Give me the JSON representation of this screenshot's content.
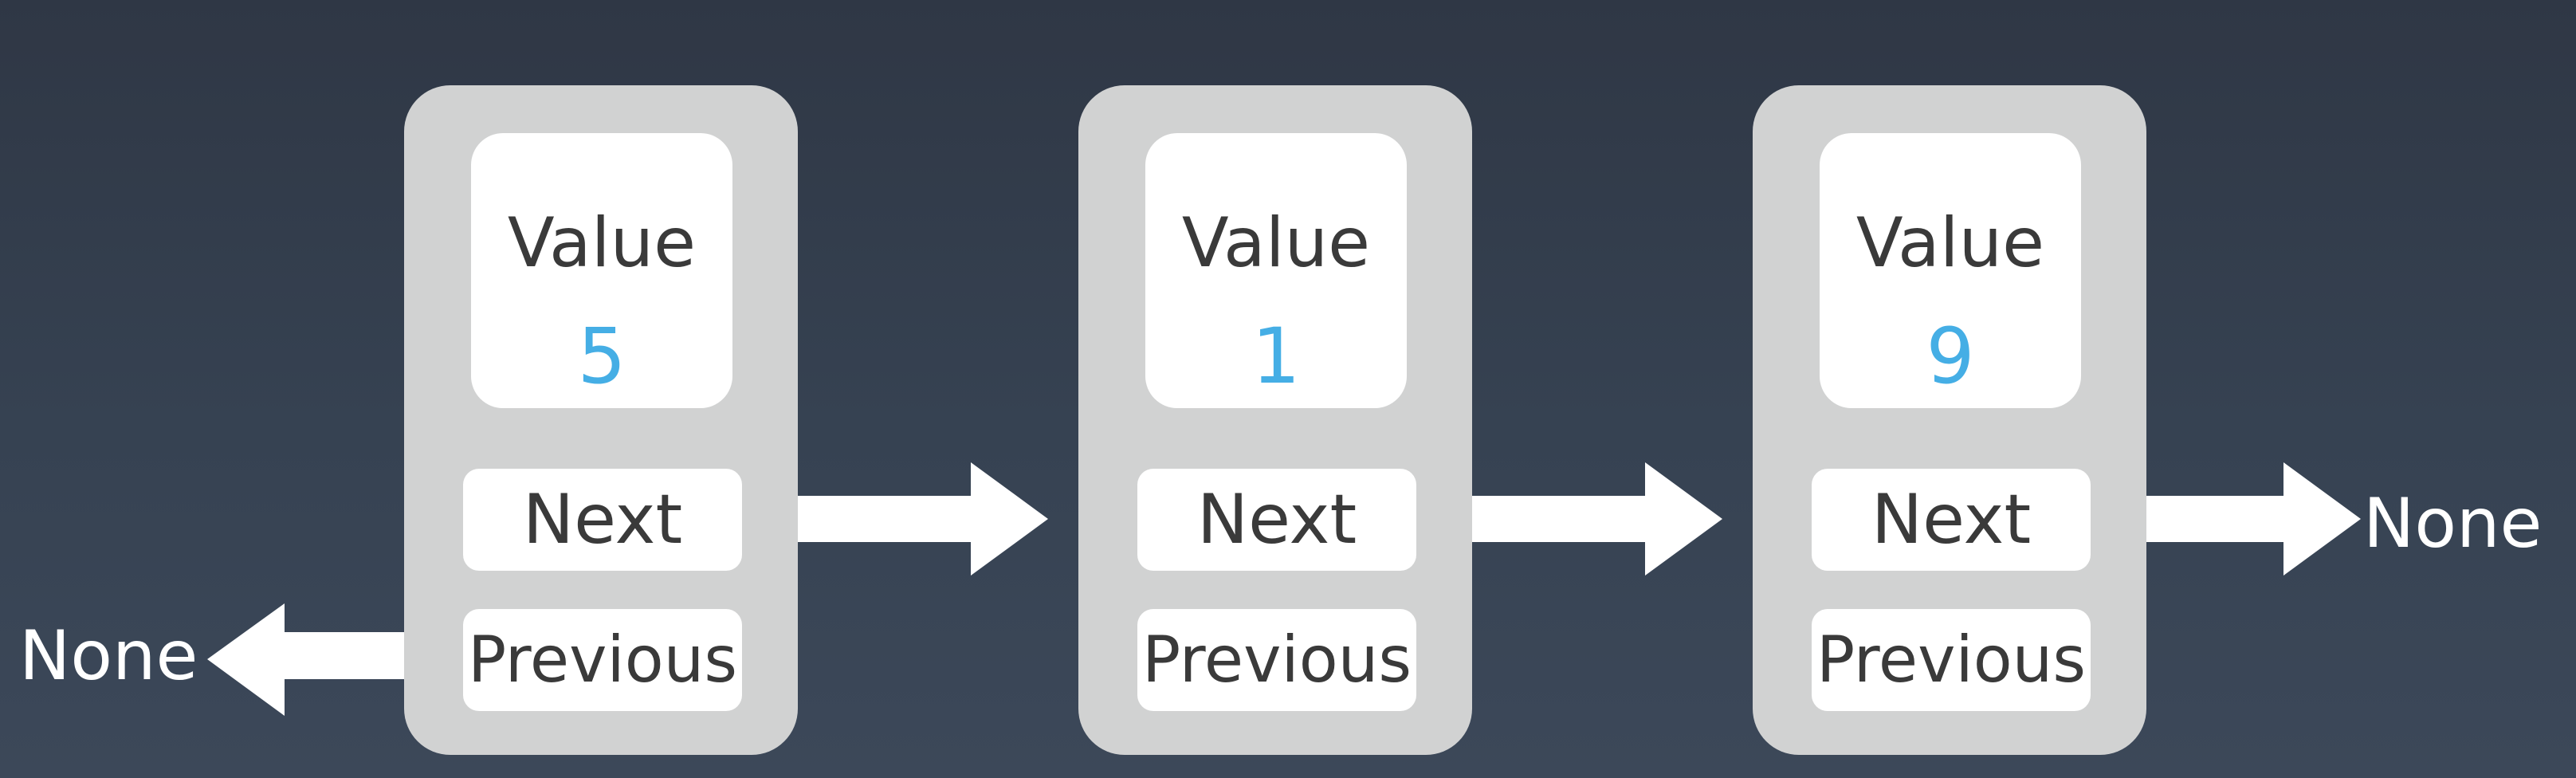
{
  "diagram": {
    "nodes": [
      {
        "value_label": "Value",
        "value": "5",
        "next_label": "Next",
        "previous_label": "Previous"
      },
      {
        "value_label": "Value",
        "value": "1",
        "next_label": "Next",
        "previous_label": "Previous"
      },
      {
        "value_label": "Value",
        "value": "9",
        "next_label": "Next",
        "previous_label": "Previous"
      }
    ],
    "head_previous_target": "None",
    "tail_next_target": "None"
  },
  "colors": {
    "background_top": "#2f3745",
    "background_bottom": "#3c4859",
    "node_fill": "#d1d2d2",
    "field_fill": "#ffffff",
    "label_text": "#3a3a3a",
    "value_text": "#45aee5",
    "arrow": "#ffffff"
  }
}
